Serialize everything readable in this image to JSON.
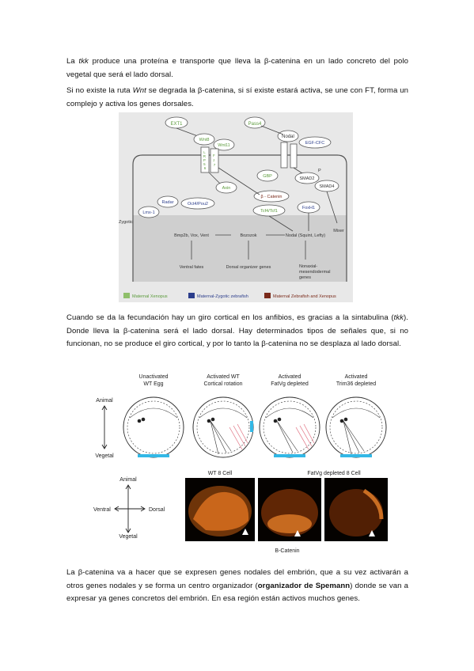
{
  "paragraphs": {
    "p1": {
      "a": "La ",
      "a_it": "tkk",
      "b": " produce una proteína e transporte que lleva la β-catenina en un lado concreto del polo vegetal que será el lado dorsal."
    },
    "p2": {
      "a": "Si no existe la ruta ",
      "a_it": "Wnt",
      "b": " se degrada la β-catenina, si sí existe estará activa, se une con FT, forma un complejo y activa los genes dorsales."
    },
    "p3": {
      "a": "Cuando se da la fecundación hay un giro cortical en los anfibios, es gracias a la sintabulina (",
      "a_it": "tkk",
      "b": "). Donde lleva la β-catenina será el lado dorsal. Hay determinados tipos de señales que, si no funcionan, no se produce el giro cortical, y por lo tanto la β-catenina no se desplaza al lado dorsal."
    },
    "p4": {
      "a": "La β-catenina va a hacer que se expresen genes nodales del embrión, que a su vez activarán a otros genes nodales y se forma un centro organizador (",
      "bold": "organizador de Spemann",
      "b": ") donde se van a expresar ya genes concretos del embrión. En esa región están activos muchos genes."
    }
  },
  "figure1": {
    "nodes": {
      "ext1": "EXT1",
      "wnt8": "Wnt8",
      "wnt11": "Wnt11",
      "pass4": "Pass4",
      "nodal_top": "Nodal",
      "egfcfc": "EGF-CFC",
      "lrp_letters": [
        "L",
        "R",
        "P",
        "5",
        "6"
      ],
      "fz_letters": [
        "F",
        "z",
        "7"
      ],
      "gbp": "GBP",
      "axin": "Axin",
      "bcatenin": "β - Catenin",
      "tcf": "Tcf4/Tcf1",
      "smad2": "SMAD2",
      "p": "P",
      "smad4": "SMAD4",
      "radar": "Radar",
      "oct4": "Oct4/Pou2",
      "lmx1": "Lmx-1",
      "foxh1": "FoxH1",
      "mixer": "Mixer",
      "bmp": "Bmp2b, Vox, Vent",
      "bozozok": "Bozozok",
      "nodal_bottom": "Nodal (Squint, Lefty)",
      "zygotic": "Zygotic",
      "ventral": "Ventral fates",
      "dorsal": "Dorsal organizer genes",
      "nonaxial": [
        "Nonaxial-",
        "mesendodermal",
        "genes"
      ]
    },
    "legend": {
      "green": "Maternal Xenopus",
      "blue": "Maternal-Zygotic zebrafish",
      "brown": "Maternal Zebrafish and Xenopus"
    }
  },
  "figure2": {
    "headers": [
      [
        "Unactivated",
        "WT Egg"
      ],
      [
        "Activated WT",
        "Cortical rotation"
      ],
      [
        "Activated",
        "FatVg depleted"
      ],
      [
        "Activated",
        "Trim36 depleted"
      ]
    ],
    "axis_animal": "Animal",
    "axis_vegetal": "Vegetal",
    "compass": {
      "animal": "Animal",
      "vegetal": "Vegetal",
      "ventral": "Ventral",
      "dorsal": "Dorsal"
    },
    "photo_labels": {
      "wt": "WT 8 Cell",
      "fatvg": "FatVg depleted 8 Cell"
    },
    "photo_caption": "B-Catenin"
  },
  "colors": {
    "green": "#8fbf6a",
    "blue": "#2c3e8c",
    "brown": "#7a2a1a",
    "cyan": "#33b8e6",
    "orange": "#e8822a"
  }
}
